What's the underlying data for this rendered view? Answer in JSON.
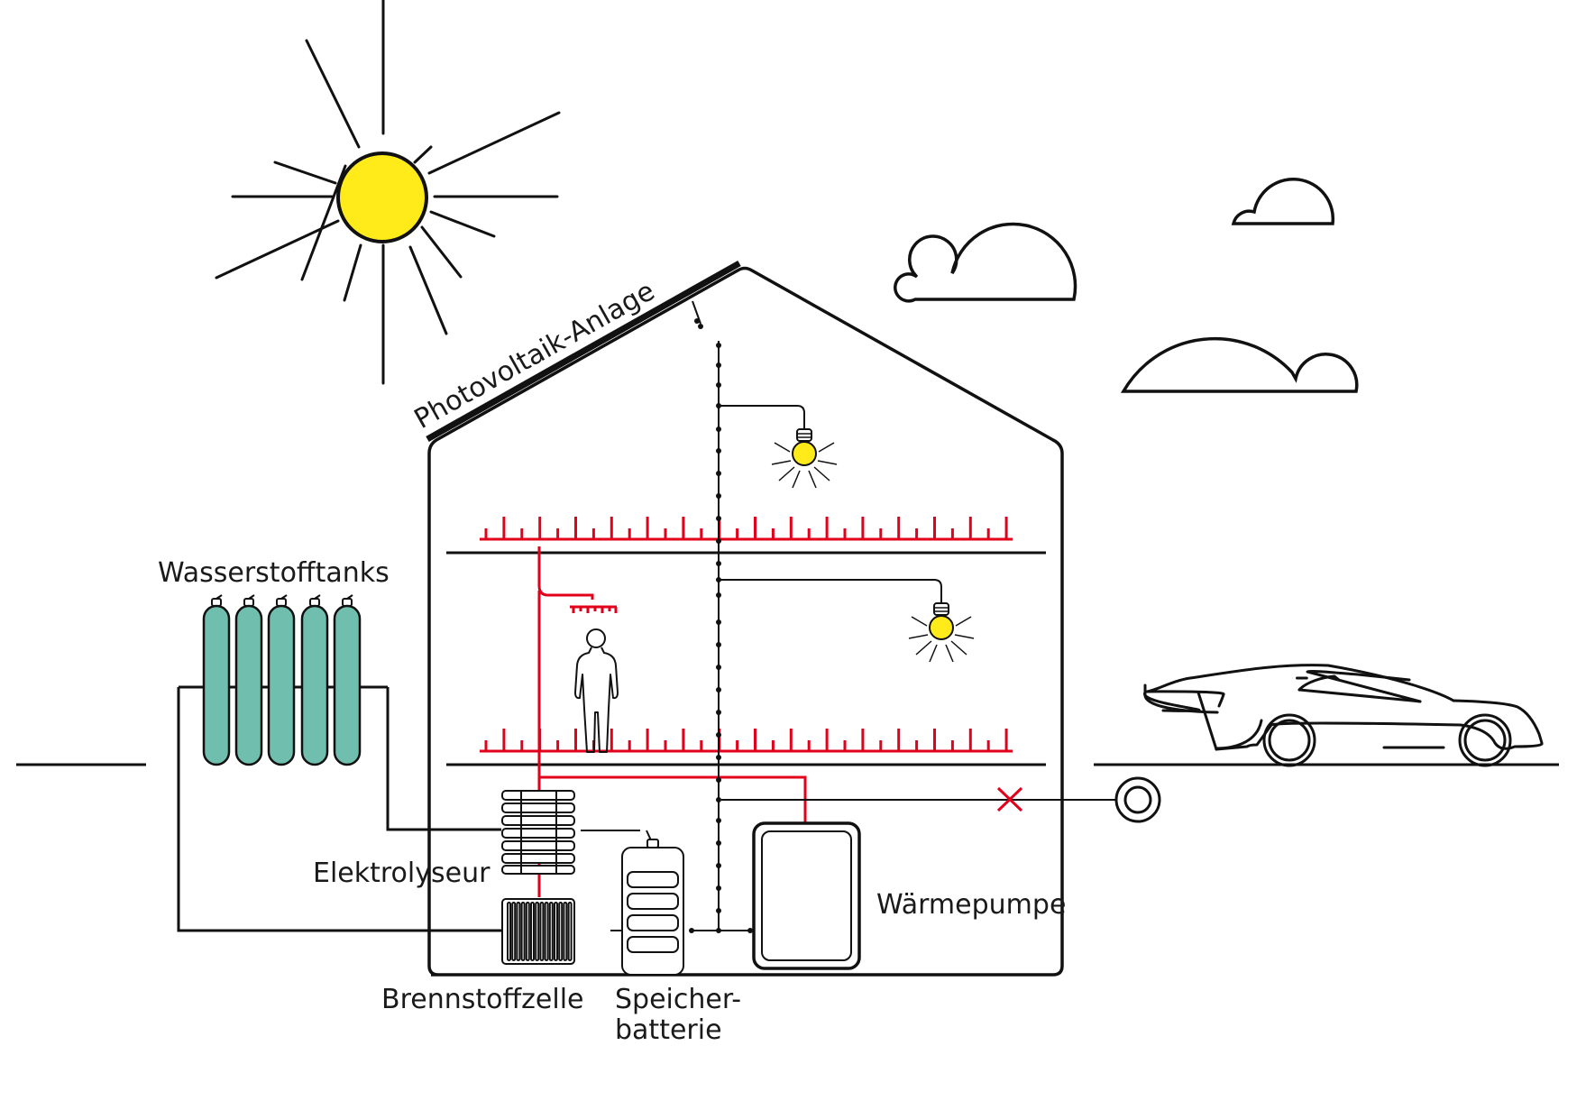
{
  "labels": {
    "photovoltaik": "Photovoltaik-Anlage",
    "wasserstofftanks": "Wasserstofftanks",
    "elektrolyseur": "Elektrolyseur",
    "brennstoffzelle": "Brennstoffzelle",
    "speicher_line1": "Speicher-",
    "speicher_line2": "batterie",
    "waermepumpe": "Wärmepumpe"
  },
  "colors": {
    "line": "#111111",
    "heating": "#e3001b",
    "sun": "#ffeb1a",
    "bulb": "#ffeb1a",
    "tank": "#70bfae"
  },
  "icons": [
    "sun-icon",
    "cloud-icon",
    "house-outline",
    "solar-panel",
    "light-bulb-icon",
    "person-icon",
    "shower-icon",
    "hydrogen-tank-icon",
    "electrolyser-icon",
    "fuel-cell-icon",
    "storage-battery-icon",
    "heat-pump-icon",
    "grid-connection-icon",
    "disconnect-x-icon",
    "car-icon"
  ]
}
